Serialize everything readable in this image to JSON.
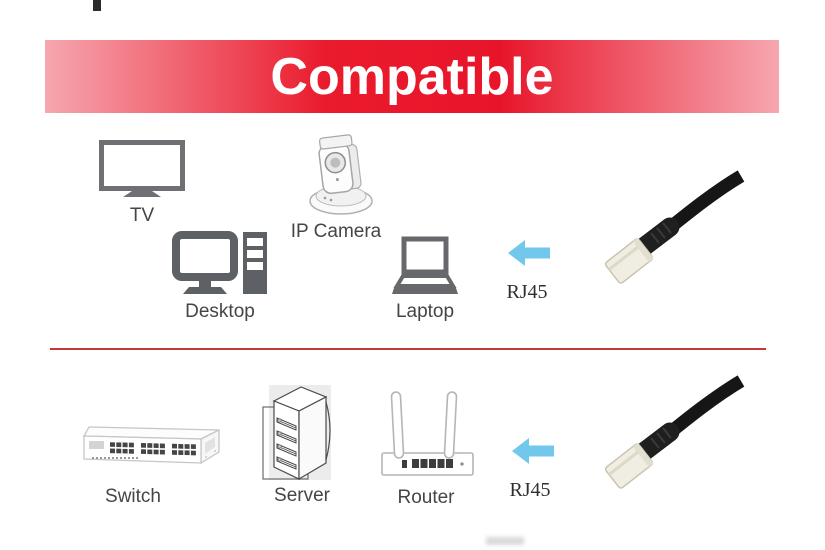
{
  "banner": {
    "title": "Compatible",
    "background_center": "#e8152a",
    "background_edge": "#f6a7b0",
    "text_color": "#ffffff"
  },
  "top_section": {
    "devices": [
      {
        "name": "tv",
        "label": "TV"
      },
      {
        "name": "desktop",
        "label": "Desktop"
      },
      {
        "name": "ip-camera",
        "label": "IP Camera"
      },
      {
        "name": "laptop",
        "label": "Laptop"
      }
    ],
    "arrow_icon": "left-arrow",
    "connector_label": "RJ45"
  },
  "bottom_section": {
    "devices": [
      {
        "name": "switch",
        "label": "Switch"
      },
      {
        "name": "server",
        "label": "Server"
      },
      {
        "name": "router",
        "label": "Router"
      }
    ],
    "arrow_icon": "left-arrow",
    "connector_label": "RJ45"
  },
  "colors": {
    "arrow": "#72c7ec",
    "divider": "#bf3a38",
    "label_text": "#454545",
    "icon_dark_gray": "#5d6064",
    "icon_light_gray": "#c6c6c6",
    "cable": "#161616",
    "connector_plug": "#f0ede2"
  }
}
